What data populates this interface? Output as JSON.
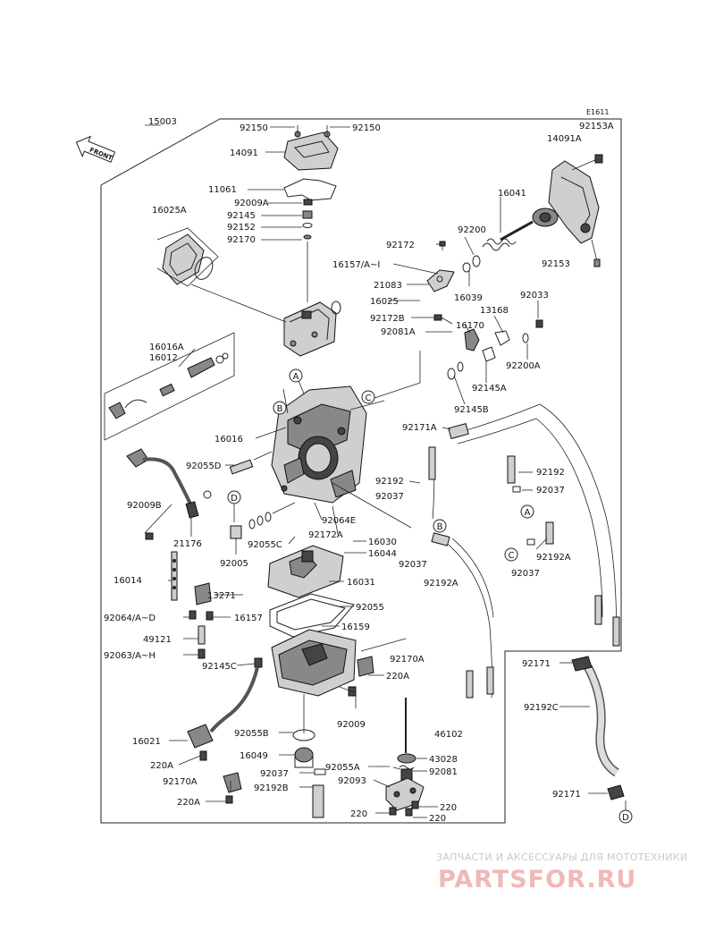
{
  "diagram": {
    "code": "E1611",
    "front_arrow": "FRONT",
    "callouts": [
      "A",
      "B",
      "C",
      "D"
    ],
    "labels": {
      "l15003": "15003",
      "l92150a": "92150",
      "l92150b": "92150",
      "l92153A": "92153A",
      "l14091": "14091",
      "l14091A": "14091A",
      "l11061": "11061",
      "l92009A": "92009A",
      "l16025A": "16025A",
      "l92145": "92145",
      "l92152": "92152",
      "l92170": "92170",
      "l16041": "16041",
      "l92200": "92200",
      "l92172": "92172",
      "l92153": "92153",
      "l16157A": "16157/A~I",
      "l21083": "21083",
      "l16025": "16025",
      "l16039": "16039",
      "l92033": "92033",
      "l92172B": "92172B",
      "l13168": "13168",
      "l16170": "16170",
      "l92081A": "92081A",
      "l16016A": "16016A",
      "l16012": "16012",
      "l92200A": "92200A",
      "l92145A": "92145A",
      "l92145B": "92145B",
      "l92171A": "92171A",
      "l16016": "16016",
      "l92055D": "92055D",
      "l92192a": "92192",
      "l92192b": "92192",
      "l92037a": "92037",
      "l92037b": "92037",
      "l92009B": "92009B",
      "l92064E": "92064E",
      "l92172A": "92172A",
      "l21176": "21176",
      "l16030": "16030",
      "l92055C": "92055C",
      "l16044": "16044",
      "l92192A": "92192A",
      "l92005": "92005",
      "l92037c": "92037",
      "l16014": "16014",
      "l16031": "16031",
      "l92037d": "92037",
      "l92192A2": "92192A",
      "l13271": "13271",
      "l92055": "92055",
      "l92064A": "92064/A~D",
      "l16157": "16157",
      "l16159": "16159",
      "l49121": "49121",
      "l92063A": "92063/A~H",
      "l92170A": "92170A",
      "l92145C": "92145C",
      "l220A": "220A",
      "l92171": "92171",
      "l92009": "92009",
      "l92192C": "92192C",
      "l92055B": "92055B",
      "l46102": "46102",
      "l16021": "16021",
      "l16049": "16049",
      "l43028": "43028",
      "l220A2": "220A",
      "l92037e": "92037",
      "l92055A": "92055A",
      "l92081": "92081",
      "l92170A2": "92170A",
      "l92192B": "92192B",
      "l92093": "92093",
      "l220A3": "220A",
      "l220a": "220",
      "l220b": "220",
      "l220c": "220",
      "l92171b": "92171"
    }
  },
  "watermark": {
    "tagline": "ЗАПЧАСТИ И АКСЕССУАРЫ ДЛЯ МОТОТЕХНИКИ",
    "logo": "PARTSFOR.RU"
  }
}
